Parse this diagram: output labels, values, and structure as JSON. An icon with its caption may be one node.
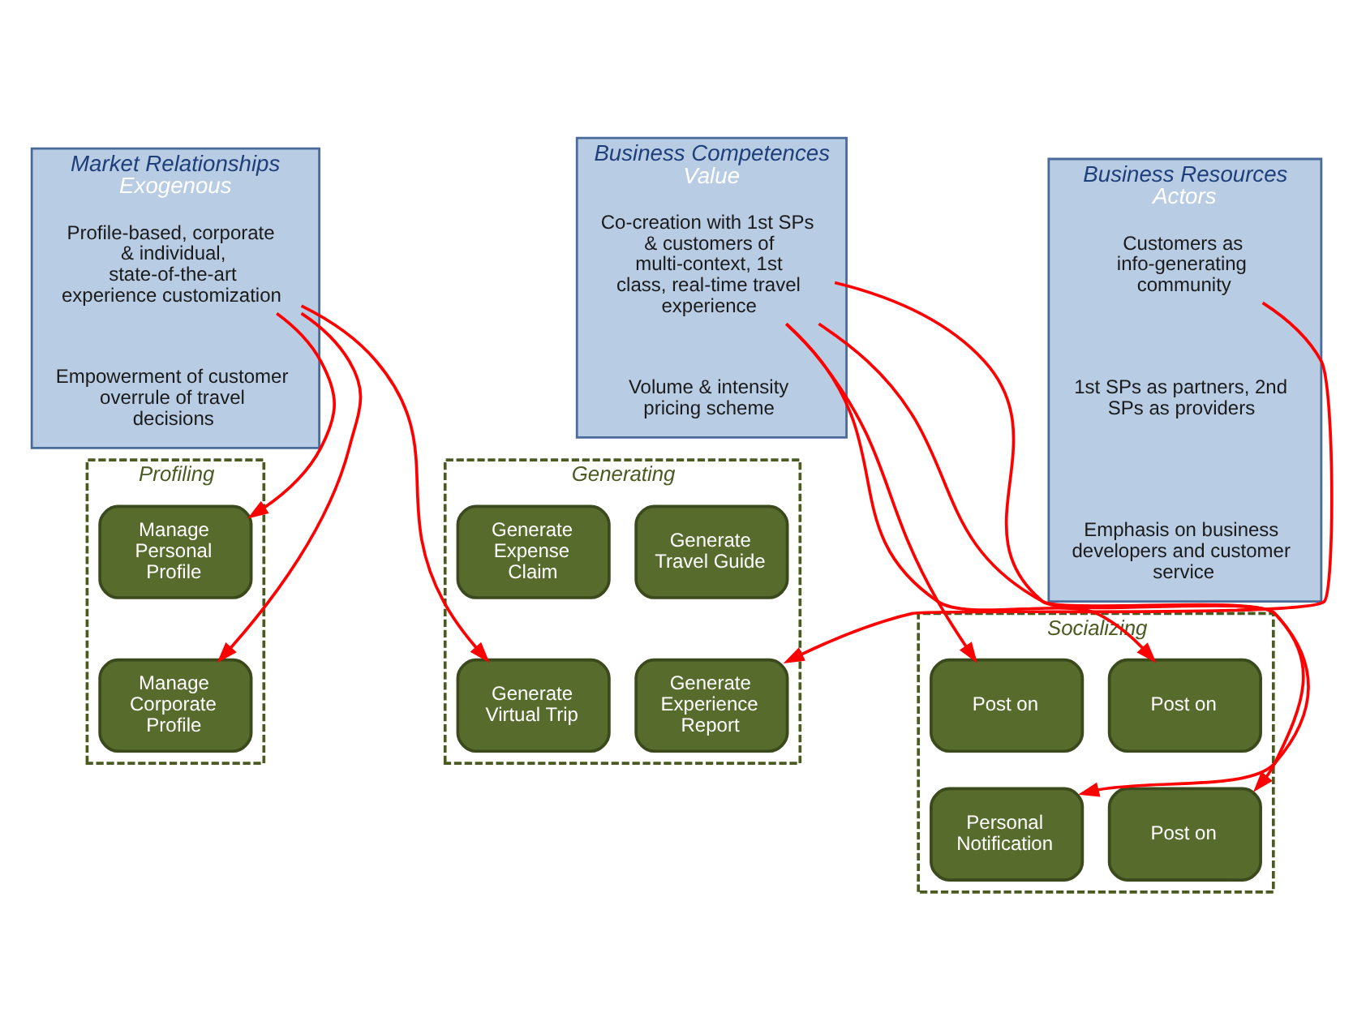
{
  "diagram": {
    "nodes": [
      {
        "text": [
          "Market Relationships",
          "Exogenous"
        ]
      },
      {
        "text": [
          "Profile-based, corporate & individual, state-of-the-art experience customization"
        ],
        "in": 0
      },
      {
        "text": [
          "Empowerment of customer overrule of travel decisions"
        ],
        "in": 0
      },
      {
        "text": [
          "Business Competences",
          "Value"
        ]
      },
      {
        "text": [
          "Co-creation with 1st SPs & customers of multi-context, 1st class, real-time travel experience"
        ],
        "in": 3
      },
      {
        "text": [
          "Volume & intensity pricing scheme"
        ],
        "in": 3
      },
      {
        "text": [
          "Business Resources",
          "Actors"
        ]
      },
      {
        "text": [
          "Customers as info-generating community"
        ],
        "in": 6
      },
      {
        "text": [
          "1st SPs as partners, 2nd SPs as providers"
        ],
        "in": 6
      },
      {
        "text": [
          "Emphasis on business developers and customer service"
        ],
        "in": 6
      },
      {
        "text": [
          "Profiling"
        ]
      },
      {
        "text": [
          "Manage Personal Profile"
        ],
        "in": 10
      },
      {
        "text": [
          "Manage Corporate Profile"
        ],
        "in": 10
      },
      {
        "text": [
          "Generating"
        ]
      },
      {
        "text": [
          "Generate Travel Guide"
        ],
        "in": 13
      },
      {
        "text": [
          "Generate Expense Claim"
        ],
        "in": 13
      },
      {
        "text": [
          "Generate Experience Report"
        ],
        "in": 13
      },
      {
        "text": [
          "Generate Virtual Trip"
        ],
        "in": 13
      },
      {
        "text": [
          "Socializing"
        ]
      },
      {
        "text": [
          "Post on"
        ],
        "in": 18
      },
      {
        "text": [
          "Post on"
        ],
        "in": 18
      },
      {
        "text": [
          "Post on"
        ],
        "in": 18
      },
      {
        "text": [
          "Personal Notification"
        ],
        "in": 18
      }
    ],
    "edges": [
      {
        "from": 1,
        "to": 11,
        "arrow": "to"
      },
      {
        "from": 1,
        "to": 12,
        "arrow": "to"
      },
      {
        "from": 1,
        "to": 17,
        "arrow": "to"
      },
      {
        "from": 7,
        "to": 16,
        "arrow": "to"
      },
      {
        "from": 4,
        "to": 19,
        "arrow": "to"
      },
      {
        "from": 4,
        "to": 20,
        "arrow": "to"
      },
      {
        "from": 4,
        "to": 21,
        "arrow": "to"
      },
      {
        "from": 4,
        "to": 22,
        "arrow": "to"
      }
    ]
  }
}
